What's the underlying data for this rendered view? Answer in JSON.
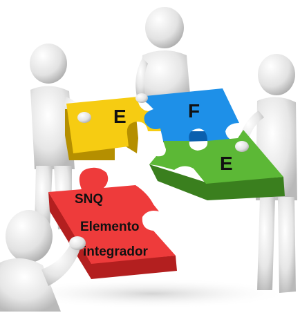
{
  "pieces": {
    "yellow": {
      "label": "E",
      "color": "#f6cc12",
      "dark": "#b58f00"
    },
    "blue": {
      "label": "F",
      "color": "#1e90e8",
      "dark": "#0a5fae"
    },
    "green": {
      "label": "E",
      "color": "#5cb836",
      "dark": "#3a7f1e"
    },
    "red": {
      "label_line1": "SNQ",
      "label_line2": "Elemento",
      "label_line3": "integrador",
      "color": "#ee3b3b",
      "dark": "#b31f1f"
    }
  },
  "figures": {
    "color": "#e9e9e9",
    "shade": "#bdbdbd"
  },
  "shadow": {
    "color": "#c8c8c8"
  }
}
